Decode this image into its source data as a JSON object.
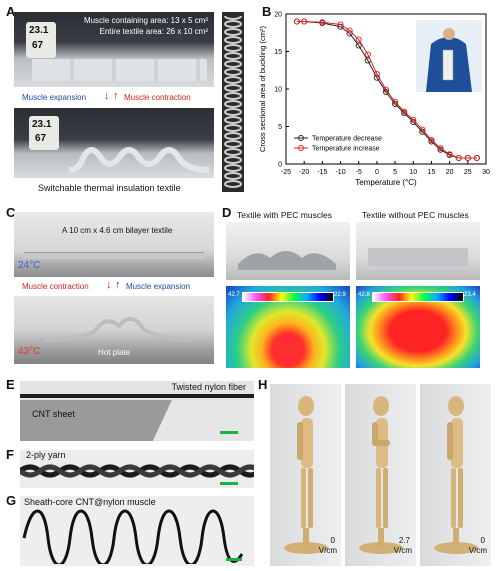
{
  "panels": {
    "a": {
      "letter": "A",
      "muscle_area": "Muscle containing area: 13 x 5 cm²",
      "entire_area": "Entire textile area: 26 x 10 cm²",
      "expansion": "Muscle expansion",
      "contraction": "Muscle contraction",
      "caption": "Switchable thermal insulation textile",
      "thermo_top_1": "23.1",
      "thermo_top_2": "67",
      "thermo_bottom_1": "23.1",
      "thermo_bottom_2": "67"
    },
    "b": {
      "letter": "B"
    },
    "c": {
      "letter": "C",
      "desc": "A 10 cm x 4.6 cm bilayer textile",
      "temp_low": "24°C",
      "contraction": "Muscle contraction",
      "expansion": "Muscle expansion",
      "temp_high": "43°C",
      "hot_plate": "Hot plate"
    },
    "d": {
      "letter": "D",
      "left_title": "Textile with PEC muscles",
      "right_title": "Textile without PEC muscles",
      "left_scale_min": "42.7",
      "left_scale_max": "22.9",
      "right_scale_min": "42.8",
      "right_scale_max": "23.4"
    },
    "e": {
      "letter": "E",
      "fiber": "Twisted nylon fiber",
      "cnt": "CNT sheet"
    },
    "f": {
      "letter": "F",
      "yarn": "2-ply yarn"
    },
    "g": {
      "letter": "G",
      "muscle": "Sheath-core CNT@nylon muscle"
    },
    "h": {
      "letter": "H",
      "v1": "0",
      "u1": "V/cm",
      "v2": "2.7",
      "u2": "V/cm",
      "v3": "0",
      "u3": "V/cm"
    }
  },
  "chart_data": {
    "type": "line",
    "xlabel": "Temperature (°C)",
    "ylabel": "Cross sectional area of buckling (cm²)",
    "xlim": [
      -25,
      30
    ],
    "ylim": [
      0,
      20
    ],
    "xticks": [
      -25,
      -20,
      -15,
      -10,
      -5,
      0,
      5,
      10,
      15,
      20,
      25,
      30
    ],
    "yticks": [
      0,
      5,
      10,
      15,
      20
    ],
    "legend_position": "bottom-left",
    "series": [
      {
        "name": "Temperature decrease",
        "color": "#222222",
        "x": [
          -22,
          -20,
          -15,
          -10,
          -7.5,
          -5,
          -2.5,
          0,
          2.5,
          5,
          7.5,
          10,
          12.5,
          15,
          17.5,
          20,
          22.5,
          25,
          27.5
        ],
        "y": [
          19,
          19,
          18.8,
          18.3,
          17.4,
          15.8,
          13.8,
          11.5,
          9.6,
          8.0,
          6.8,
          5.6,
          4.3,
          3.0,
          1.9,
          1.2,
          0.8,
          0.8,
          0.8
        ]
      },
      {
        "name": "Temperature increase",
        "color": "#dd2222",
        "x": [
          -22,
          -20,
          -15,
          -10,
          -7.5,
          -5,
          -2.5,
          0,
          2.5,
          5,
          7.5,
          10,
          12.5,
          15,
          17.5,
          20,
          22.5,
          25,
          27.5
        ],
        "y": [
          19,
          19,
          18.9,
          18.6,
          17.8,
          16.6,
          14.6,
          12.0,
          9.9,
          8.3,
          7.0,
          5.9,
          4.6,
          3.2,
          2.1,
          1.3,
          0.8,
          0.8,
          0.8
        ]
      }
    ]
  }
}
